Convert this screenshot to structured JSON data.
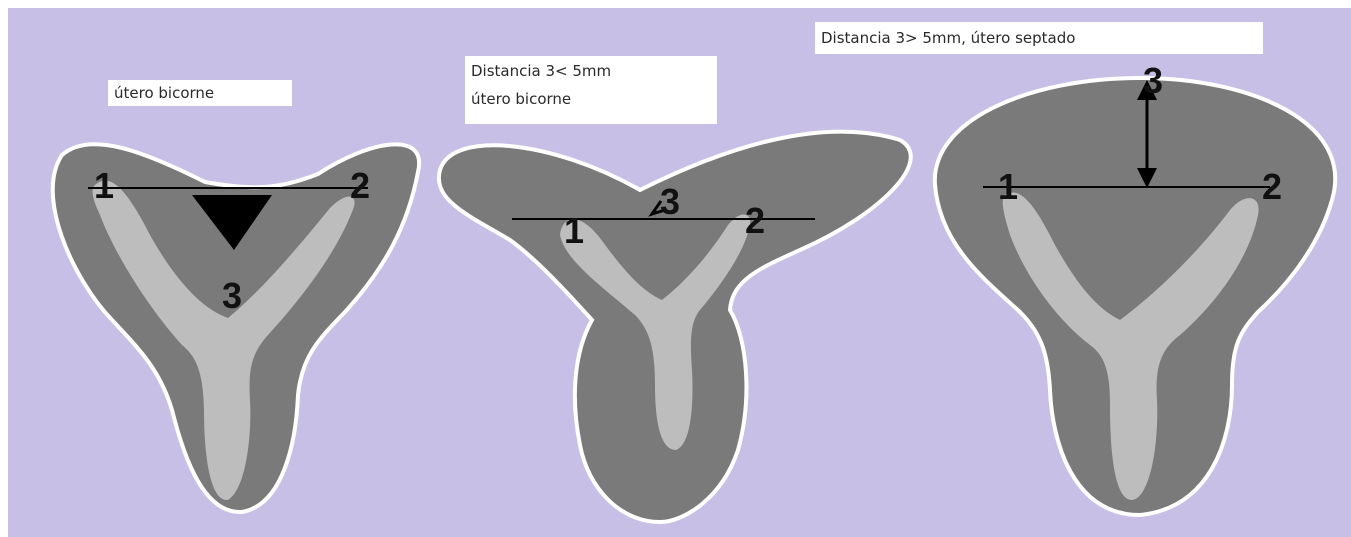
{
  "colors": {
    "background": "#c7bfe6",
    "outer_tissue": "#7a7a7a",
    "cavity": "#bdbdbd",
    "outline": "#ffffff",
    "marker": "#000000",
    "label_bg": "#ffffff"
  },
  "panels": [
    {
      "label_lines": [
        "útero bicorne"
      ],
      "numbers": [
        "1",
        "2",
        "3"
      ]
    },
    {
      "label_lines": [
        "Distancia 3< 5mm",
        "útero bicorne"
      ],
      "numbers": [
        "1",
        "2",
        "3"
      ]
    },
    {
      "label_lines": [
        "Distancia 3> 5mm, útero septado"
      ],
      "numbers": [
        "1",
        "2",
        "3"
      ]
    }
  ]
}
